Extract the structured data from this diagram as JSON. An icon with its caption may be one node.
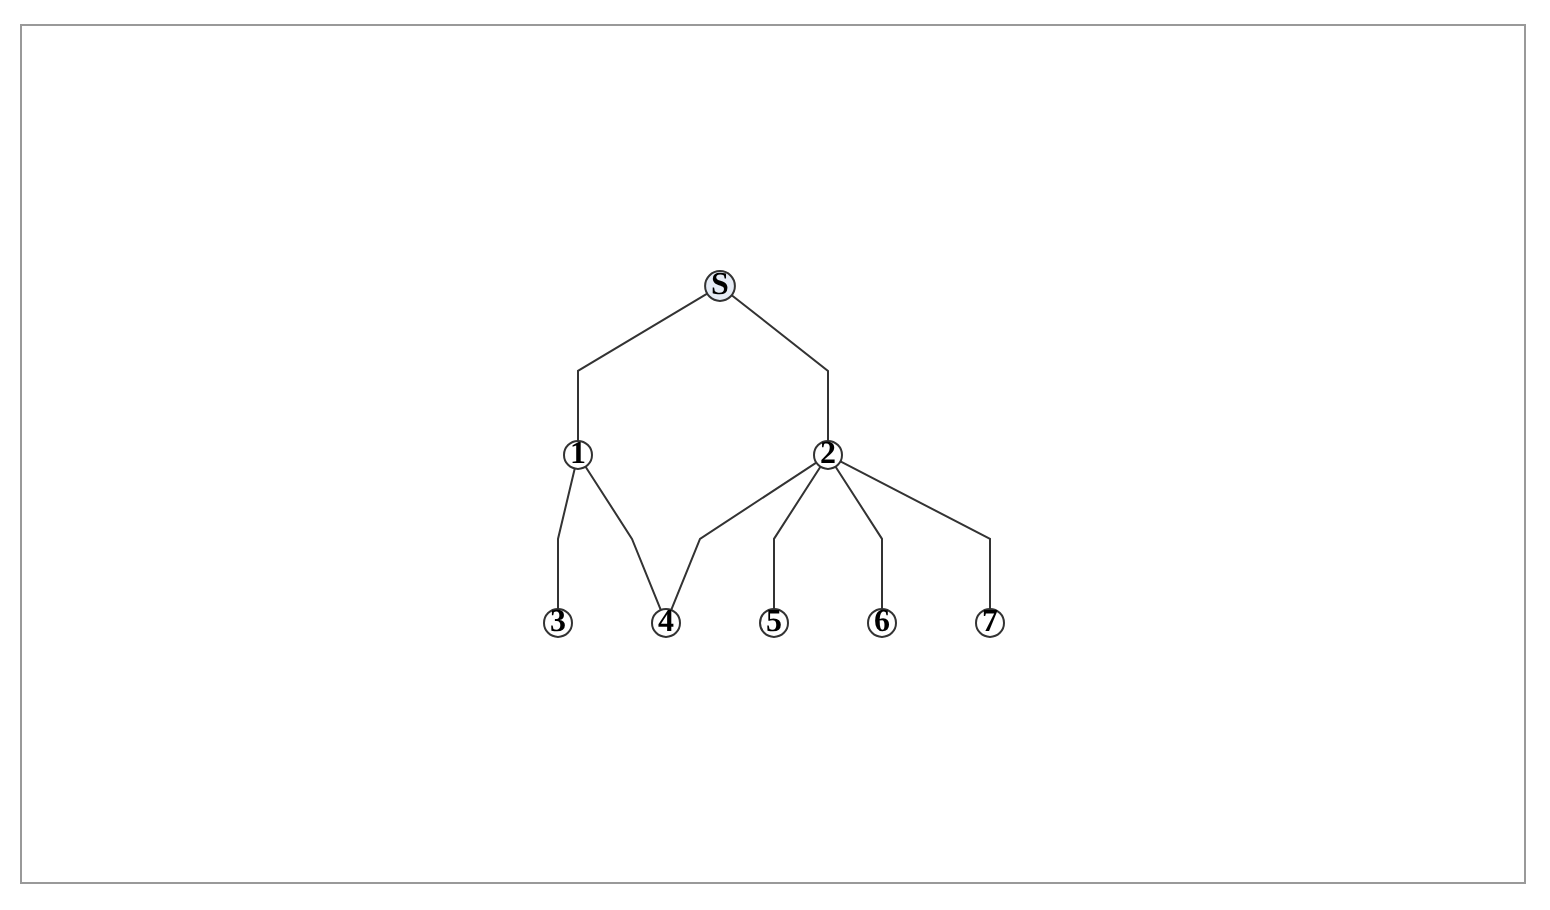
{
  "diagram": {
    "nodes": [
      {
        "text": [
          "S"
        ]
      },
      {
        "text": [
          "1"
        ]
      },
      {
        "text": [
          "2"
        ]
      },
      {
        "text": [
          "3"
        ]
      },
      {
        "text": [
          "4"
        ]
      },
      {
        "text": [
          "5"
        ]
      },
      {
        "text": [
          "6"
        ]
      },
      {
        "text": [
          "7"
        ]
      }
    ],
    "edges": [
      {
        "from": 0,
        "to": 1,
        "arrow": "none"
      },
      {
        "from": 0,
        "to": 2,
        "arrow": "none"
      },
      {
        "from": 1,
        "to": 3,
        "arrow": "none"
      },
      {
        "from": 1,
        "to": 4,
        "arrow": "none"
      },
      {
        "from": 2,
        "to": 4,
        "arrow": "none"
      },
      {
        "from": 2,
        "to": 5,
        "arrow": "none"
      },
      {
        "from": 2,
        "to": 6,
        "arrow": "none"
      },
      {
        "from": 2,
        "to": 7,
        "arrow": "none"
      }
    ]
  }
}
